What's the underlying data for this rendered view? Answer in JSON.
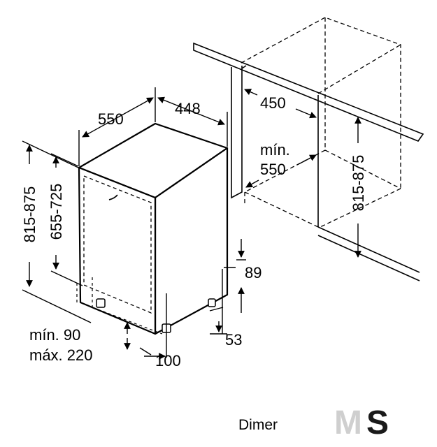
{
  "dimensions": {
    "depth": "550",
    "width": "448",
    "cabinet_depth": "450",
    "min_label": "mín.",
    "min_cabinet_depth": "550",
    "niche_height": "815-875",
    "appliance_height": "815-875",
    "door_height": "655-725",
    "plinth_top": "89",
    "plinth_bottom": "53",
    "plinth_min": "mín. 90",
    "plinth_max": "máx. 220",
    "plinth_depth": "100"
  },
  "caption": "Dimer",
  "logo": {
    "left": "M",
    "right": "S"
  }
}
